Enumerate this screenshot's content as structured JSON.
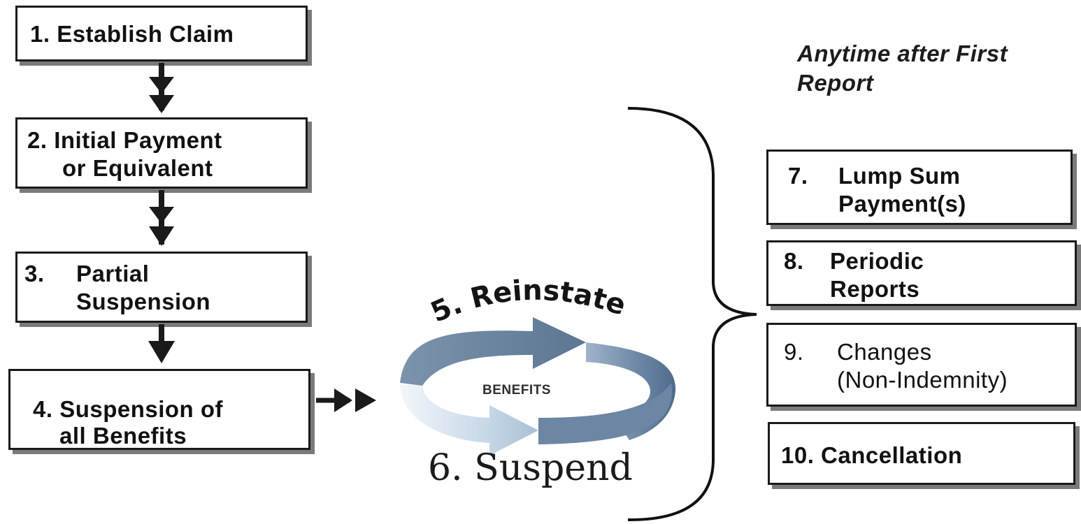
{
  "flow": {
    "step1": "1. Establish Claim",
    "step2_line1": "2. Initial Payment",
    "step2_line2": "or Equivalent",
    "step3_num": "3.",
    "step3_line1": "Partial",
    "step3_line2": "Suspension",
    "step4_line1": "4. Suspension of",
    "step4_line2": "all Benefits"
  },
  "cycle": {
    "reinstate": "5. Reinstate",
    "center": "BENEFITS",
    "suspend": "6. Suspend"
  },
  "side": {
    "heading_line1": "Anytime after First",
    "heading_line2": "Report",
    "step7_num": "7.",
    "step7_line1": "Lump Sum",
    "step7_line2": "Payment(s)",
    "step8_num": "8.",
    "step8_line1": "Periodic",
    "step8_line2": "Reports",
    "step9_num": "9.",
    "step9_line1": "Changes",
    "step9_line2": "(Non-Indemnity)",
    "step10": "10. Cancellation"
  },
  "colors": {
    "box_border": "#1a1a1a",
    "box_shadow": "#7a7a7a",
    "cycle_dark": "#5d7894",
    "cycle_light": "#d3e2f0"
  }
}
